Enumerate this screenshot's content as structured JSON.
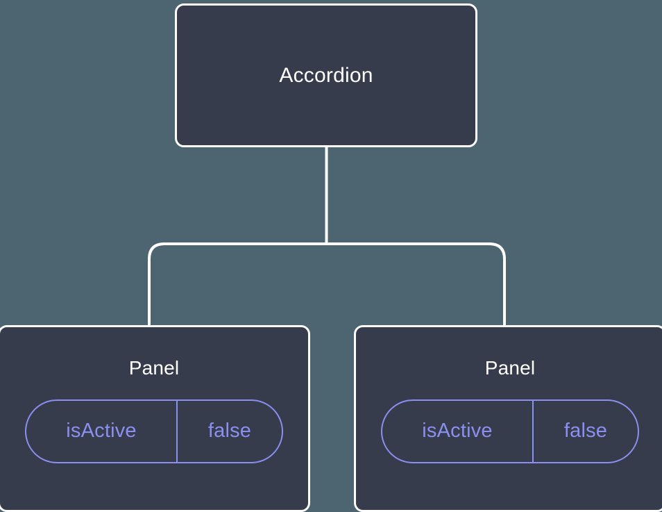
{
  "diagram": {
    "type": "component-tree",
    "background_color": "#4c6571",
    "node_fill_color": "#363c4b",
    "node_border_color": "#ffffff",
    "connector_color": "#ffffff",
    "accent_color": "#8b8fef",
    "root": {
      "label": "Accordion"
    },
    "children": [
      {
        "label": "Panel",
        "state": {
          "key": "isActive",
          "value": "false"
        }
      },
      {
        "label": "Panel",
        "state": {
          "key": "isActive",
          "value": "false"
        }
      }
    ]
  }
}
